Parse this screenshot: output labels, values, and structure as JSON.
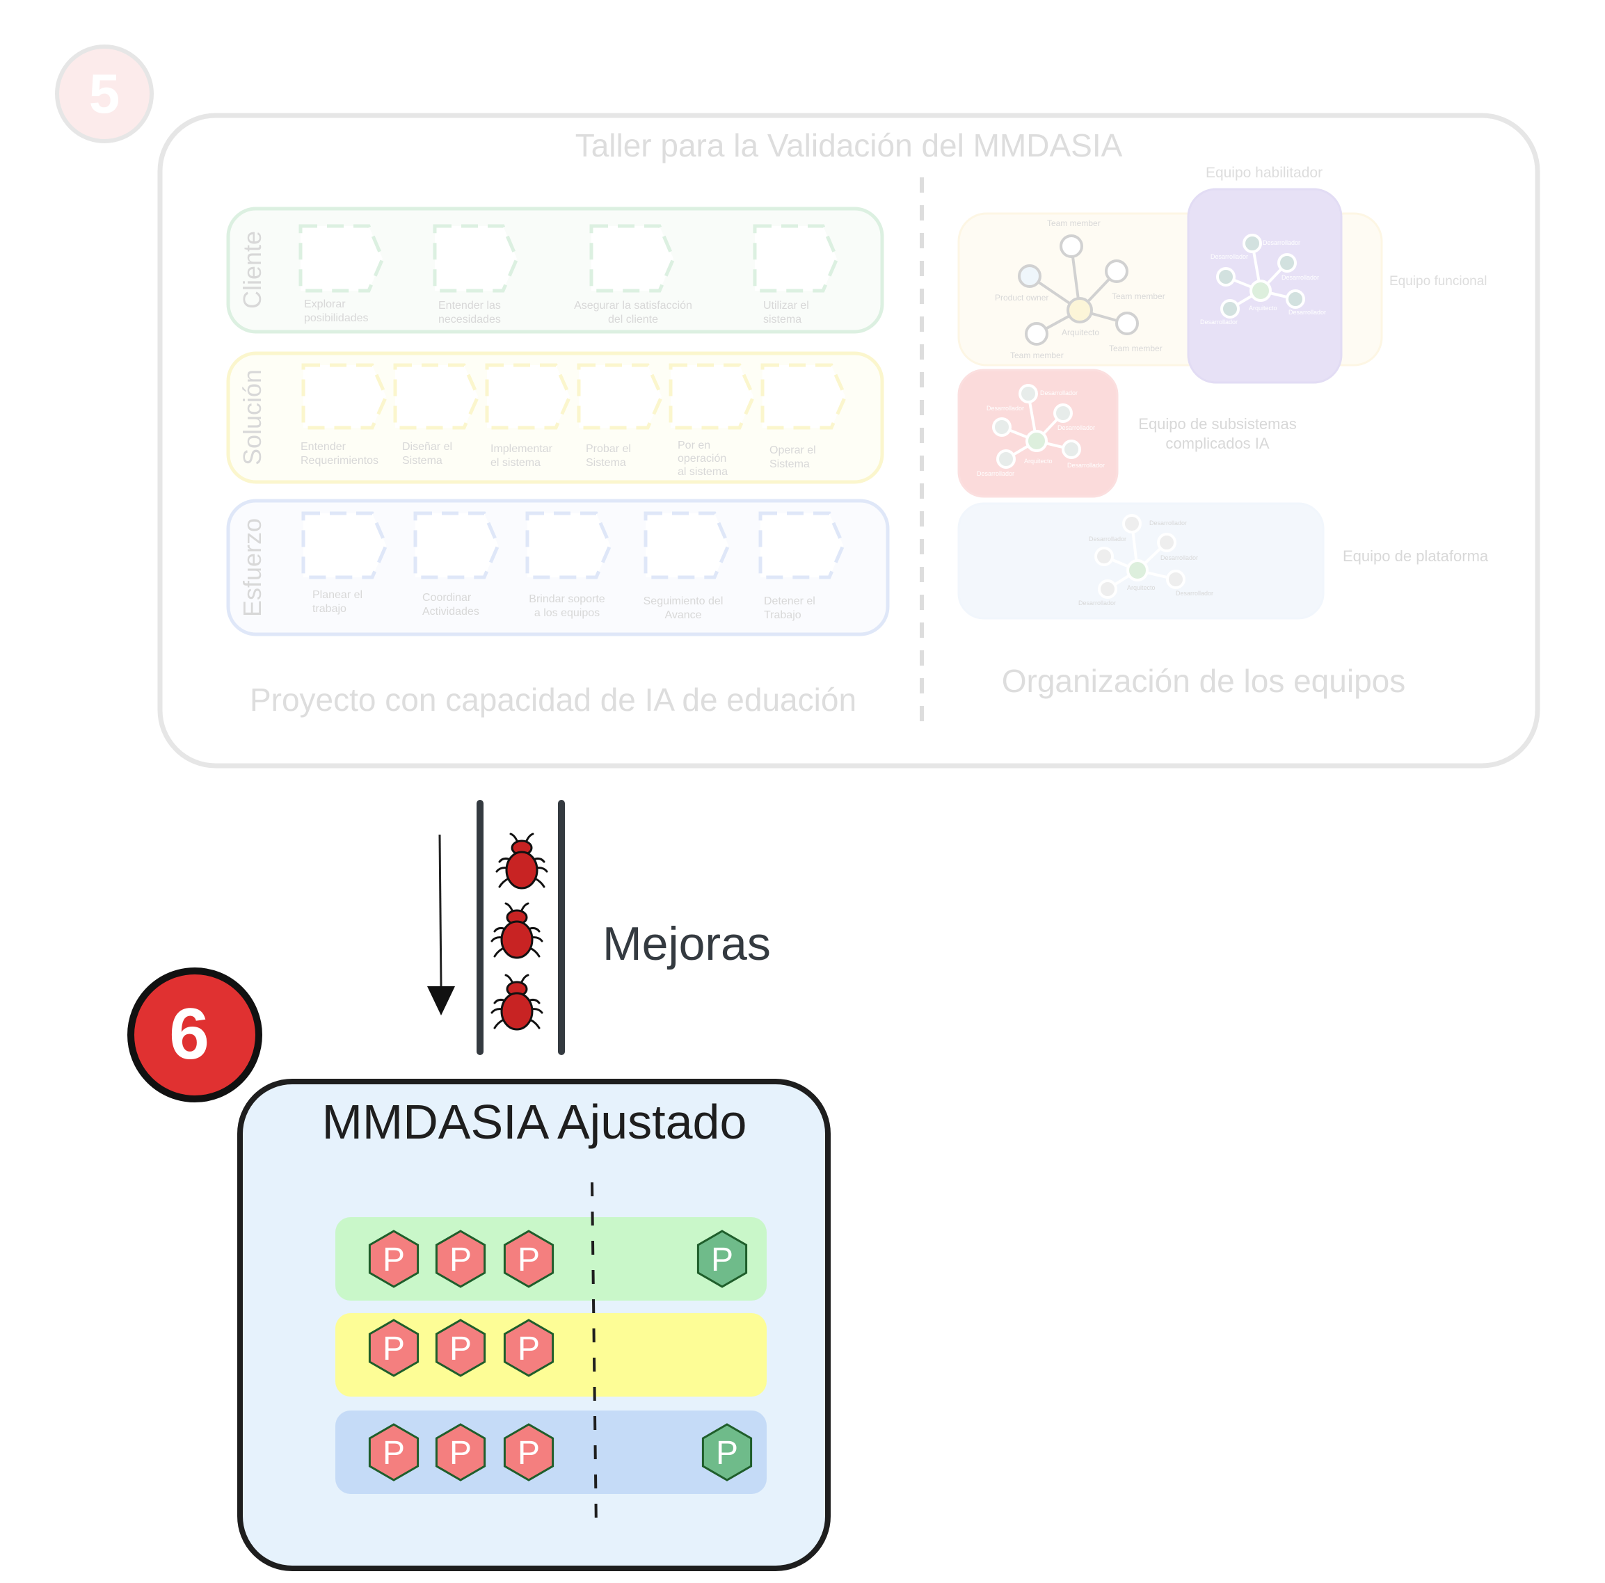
{
  "step5": {
    "number": "5",
    "title": "Taller para la Validación del MMDASIA",
    "left_caption": "Proyecto con capacidad de IA de eduación",
    "right_caption": "Organización de los equipos",
    "lanes": [
      {
        "label": "Cliente",
        "steps": [
          {
            "lines": [
              "Explorar",
              "posibilidades"
            ]
          },
          {
            "lines": [
              "Entender las",
              "necesidades"
            ]
          },
          {
            "lines": [
              "Asegurar la satisfacción",
              "del cliente"
            ]
          },
          {
            "lines": [
              "Utilizar el",
              "sistema"
            ]
          }
        ]
      },
      {
        "label": "Solución",
        "steps": [
          {
            "lines": [
              "Entender",
              "Requerimientos"
            ]
          },
          {
            "lines": [
              "Diseñar el",
              "Sistema"
            ]
          },
          {
            "lines": [
              "Implementar",
              "el sistema"
            ]
          },
          {
            "lines": [
              "Probar el",
              "Sistema"
            ]
          },
          {
            "lines": [
              "Por en",
              "operación",
              "al sistema"
            ]
          },
          {
            "lines": [
              "Operar el",
              "Sistema"
            ]
          }
        ]
      },
      {
        "label": "Esfuerzo",
        "steps": [
          {
            "lines": [
              "Planear el",
              "trabajo"
            ]
          },
          {
            "lines": [
              "Coordinar",
              "Actividades"
            ]
          },
          {
            "lines": [
              "Brindar soporte",
              "a los equipos"
            ]
          },
          {
            "lines": [
              "Seguimiento del",
              "Avance"
            ]
          },
          {
            "lines": [
              "Detener el",
              "Trabajo"
            ]
          }
        ]
      }
    ],
    "teams": {
      "enabling": "Equipo habilitador",
      "functional": "Equipo funcional",
      "complicated_line1": "Equipo de subsistemas",
      "complicated_line2": "complicados IA",
      "platform": "Equipo de plataforma",
      "node_labels": {
        "team_member": "Team member",
        "product_owner": "Product owner",
        "architect": "Arquitecto",
        "developer": "Desarrollador"
      }
    }
  },
  "flow": {
    "label": "Mejoras",
    "bug_icon_count": 3
  },
  "step6": {
    "number": "6",
    "title": "MMDASIA Ajustado",
    "rows": [
      {
        "color": "#c9f7c9",
        "left_tokens": [
          "P",
          "P",
          "P"
        ],
        "right_tokens": [
          "P"
        ]
      },
      {
        "color": "#fdfd96",
        "left_tokens": [
          "P",
          "P",
          "P"
        ],
        "right_tokens": []
      },
      {
        "color": "#c5dbf7",
        "left_tokens": [
          "P",
          "P",
          "P"
        ],
        "right_tokens": [
          "P"
        ]
      }
    ],
    "colors": {
      "panel": "#e6f2fc",
      "token_red": "#f47f7f",
      "token_green": "#6fbb8a",
      "badge": "#e03131"
    }
  }
}
